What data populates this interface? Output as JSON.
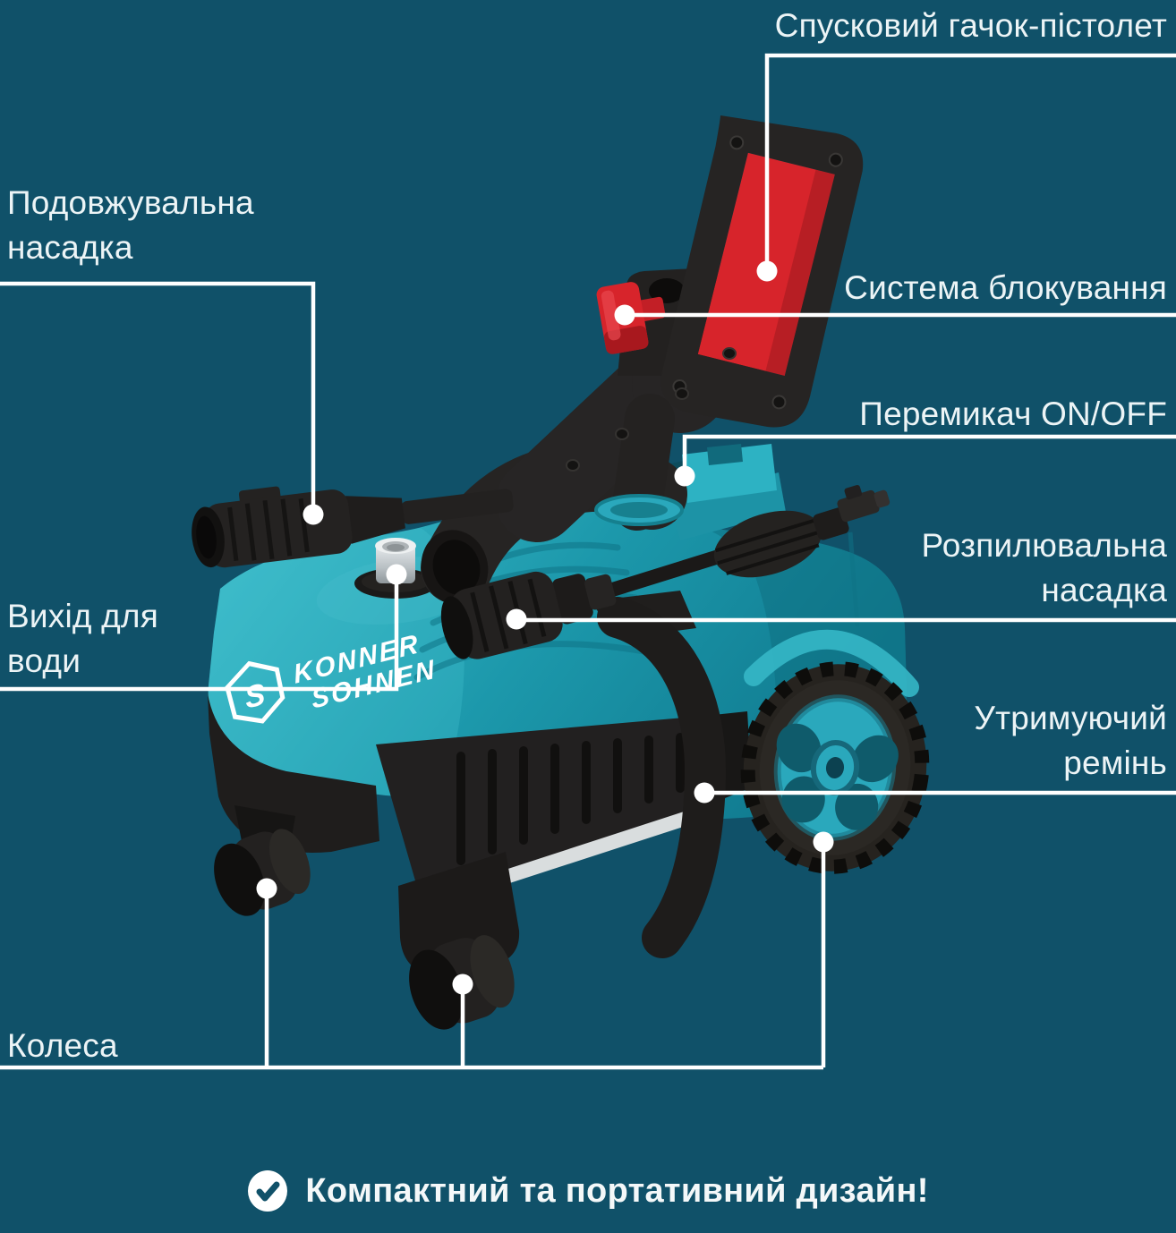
{
  "callouts": {
    "trigger": {
      "label": "Спусковий гачок-пістолет"
    },
    "extension": {
      "label": "Подовжувальна\nнасадка"
    },
    "lock": {
      "label": "Система блокування"
    },
    "power": {
      "label": "Перемикач ON/OFF"
    },
    "spray": {
      "label": "Розпилювальна\nнасадка"
    },
    "outlet": {
      "label": "Вихід для\nводи"
    },
    "strap": {
      "label": "Утримуючий\nремінь"
    },
    "wheels": {
      "label": "Колеса"
    }
  },
  "banner": {
    "icon": "check-icon",
    "text": "Компактний та портативний дизайн!"
  },
  "brand": {
    "mark": "ks-hexagon-logo",
    "line1": "KONNER",
    "line2": "SOHNEN"
  },
  "colors": {
    "background": "#105169",
    "callout_line": "#FFFFFF",
    "label_text": "#ECF4F6",
    "body_teal": "#28A9BC",
    "body_teal_dark": "#117D92",
    "accent_red": "#D7242B",
    "machine_black": "#232120",
    "chrome": "#C9CED1",
    "banner_text": "#F4F8F9"
  }
}
